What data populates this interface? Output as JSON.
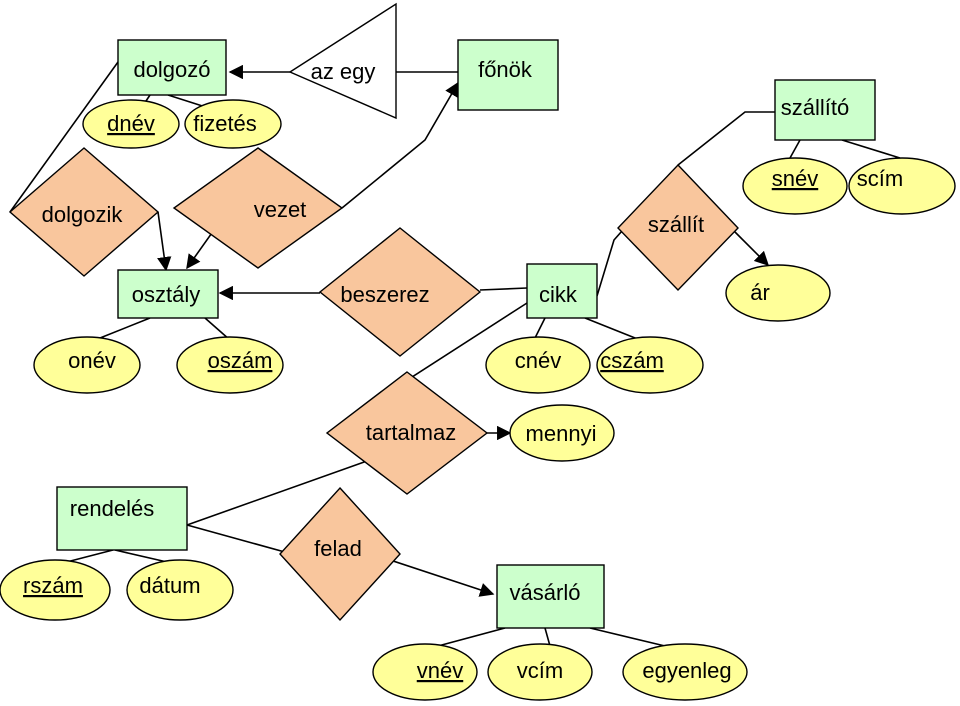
{
  "colors": {
    "entity": "#ccffcc",
    "relationship": "#f9c69d",
    "attribute": "#ffff99",
    "isa": "#ffffff",
    "stroke": "#000000"
  },
  "entities": {
    "dolgozo": "dolgozó",
    "fonok": "főnök",
    "szallito": "szállító",
    "osztaly": "osztály",
    "cikk": "cikk",
    "rendeles": "rendelés",
    "vasarlo": "vásárló"
  },
  "relationships": {
    "dolgozik": "dolgozik",
    "vezet": "vezet",
    "beszerez": "beszerez",
    "szallit": "szállít",
    "tartalmaz": "tartalmaz",
    "felad": "felad"
  },
  "isa": {
    "az_egy": "az egy"
  },
  "attributes": {
    "dnev": "dnév",
    "fizetes": "fizetés",
    "snev": "snév",
    "scim": "scím",
    "ar": "ár",
    "onev": "onév",
    "oszam": "oszám",
    "cnev": "cnév",
    "cszam": "cszám",
    "mennyi": "mennyi",
    "rszam": "rszám",
    "datum": "dátum",
    "vnev": "vnév",
    "vcim": "vcím",
    "egyenleg": "egyenleg"
  }
}
